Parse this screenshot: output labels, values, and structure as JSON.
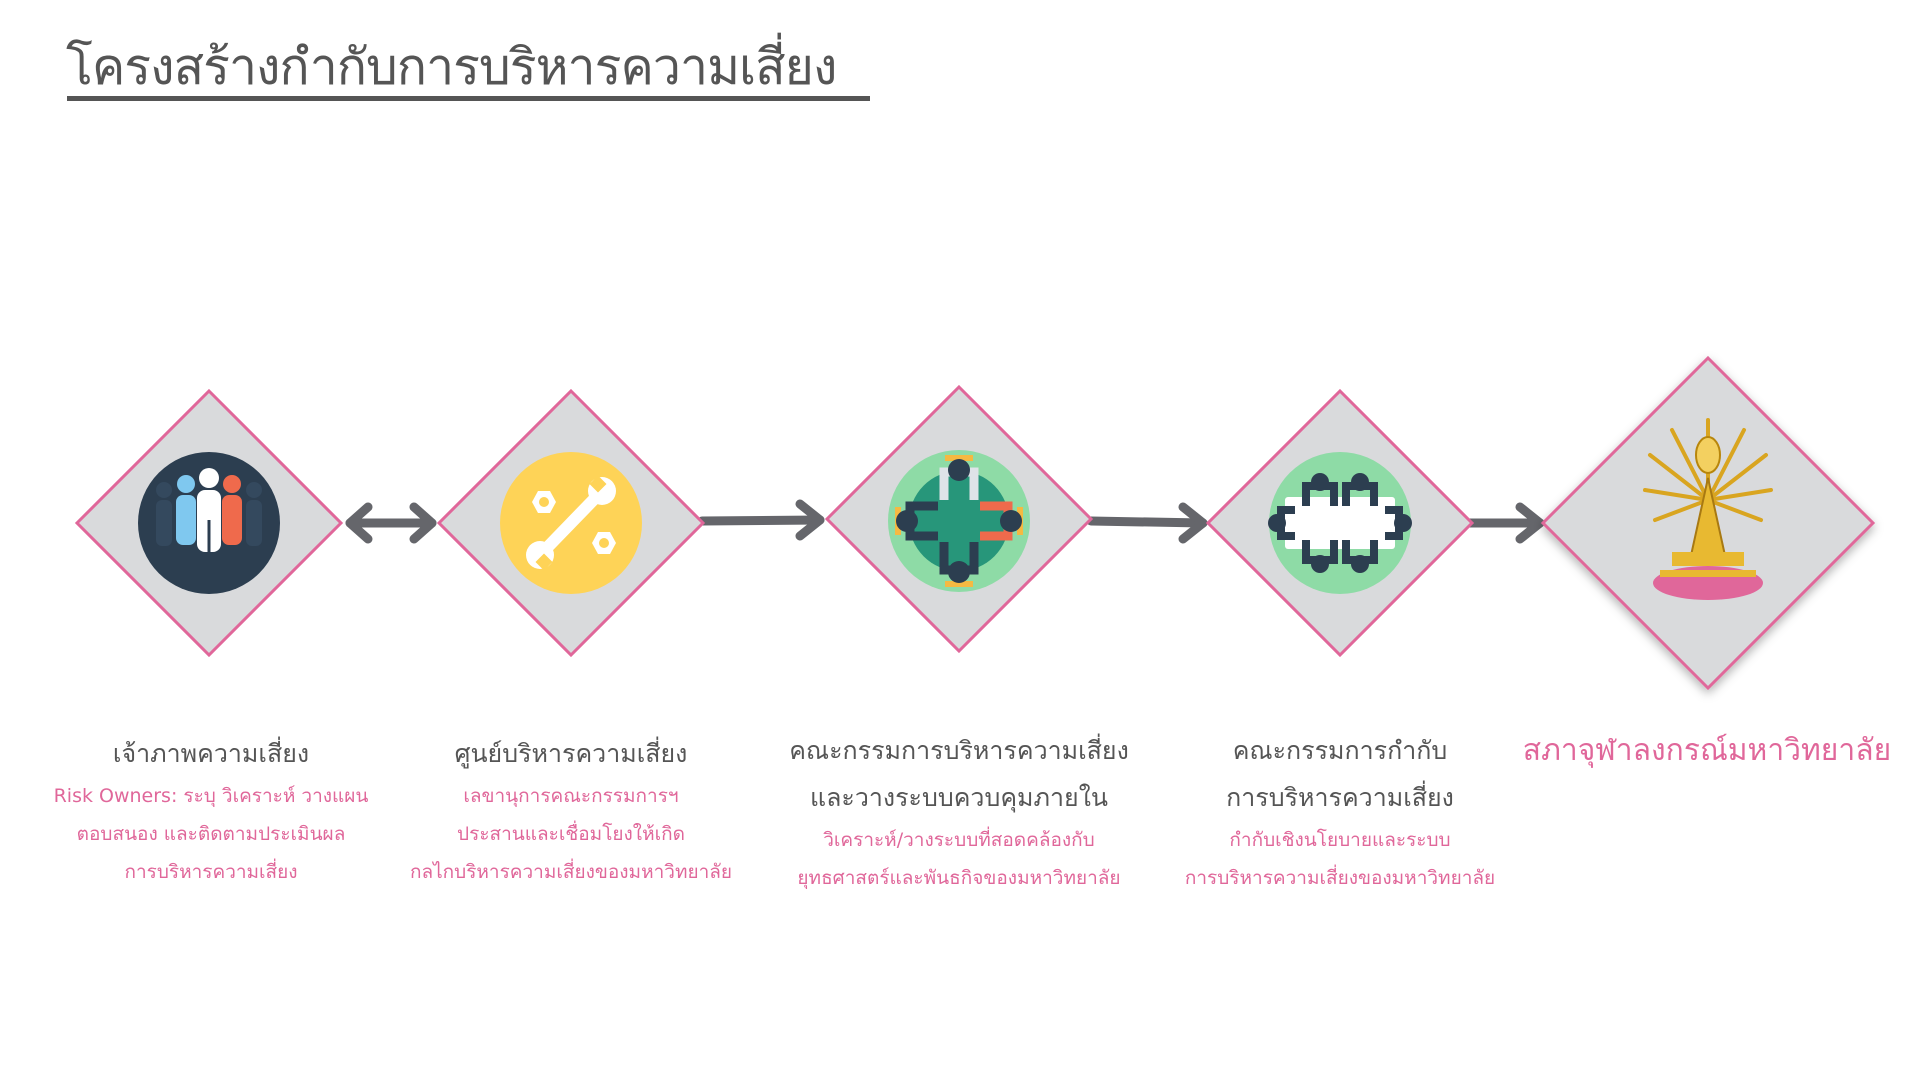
{
  "title": "โครงสร้างกำกับการบริหารความเสี่ยง",
  "colors": {
    "diamond_fill": "#d9dadc",
    "diamond_border": "#e0679a",
    "arrow": "#65666b",
    "text_dark": "#555555",
    "text_pink": "#e0679a"
  },
  "nodes": [
    {
      "icon": "people-group-icon",
      "title_lines": [
        "เจ้าภาพความเสี่ยง"
      ],
      "desc_lines": [
        "Risk Owners: ระบุ วิเคราะห์ วางแผน",
        "ตอบสนอง และติดตามประเมินผล",
        "การบริหารความเสี่ยง"
      ]
    },
    {
      "icon": "wrench-bolts-icon",
      "title_lines": [
        "ศูนย์บริหารความเสี่ยง"
      ],
      "desc_lines": [
        "เลขานุการคณะกรรมการฯ",
        "ประสานและเชื่อมโยงให้เกิด",
        "กลไกบริหารความเสี่ยงของมหาวิทยาลัย"
      ]
    },
    {
      "icon": "round-table-meeting-icon",
      "title_lines": [
        "คณะกรรมการบริหารความเสี่ยง",
        "และวางระบบควบคุมภายใน"
      ],
      "desc_lines": [
        "วิเคราะห์/วางระบบที่สอดคล้องกับ",
        "ยุทธศาสตร์และพันธกิจของมหาวิทยาลัย"
      ]
    },
    {
      "icon": "board-table-meeting-icon",
      "title_lines": [
        "คณะกรรมการกำกับ",
        "การบริหารความเสี่ยง"
      ],
      "desc_lines": [
        "กำกับเชิงนโยบายและระบบ",
        "การบริหารความเสี่ยงของมหาวิทยาลัย"
      ]
    },
    {
      "icon": "university-emblem-icon",
      "title_lines": [
        "สภาจุฬาลงกรณ์มหาวิทยาลัย"
      ],
      "desc_lines": []
    }
  ],
  "connectors": [
    {
      "from": 0,
      "to": 1,
      "type": "bidirectional"
    },
    {
      "from": 1,
      "to": 2,
      "type": "forward"
    },
    {
      "from": 2,
      "to": 3,
      "type": "forward"
    },
    {
      "from": 3,
      "to": 4,
      "type": "forward"
    }
  ]
}
